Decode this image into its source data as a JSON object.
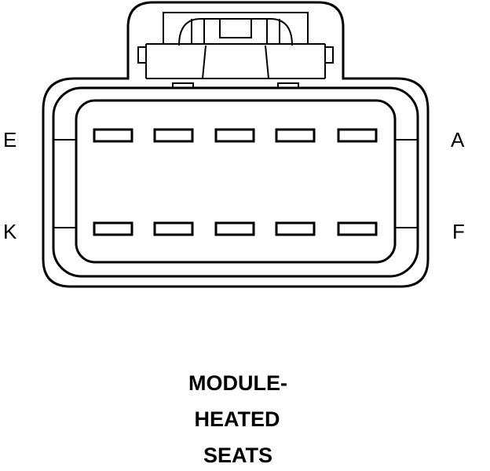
{
  "connector": {
    "pin_labels": {
      "top_left": "E",
      "top_right": "A",
      "bottom_left": "K",
      "bottom_right": "F"
    },
    "pin_rows": 2,
    "pins_per_row": 5
  },
  "caption": {
    "line1": "MODULE-",
    "line2": "HEATED",
    "line3": "SEATS"
  }
}
